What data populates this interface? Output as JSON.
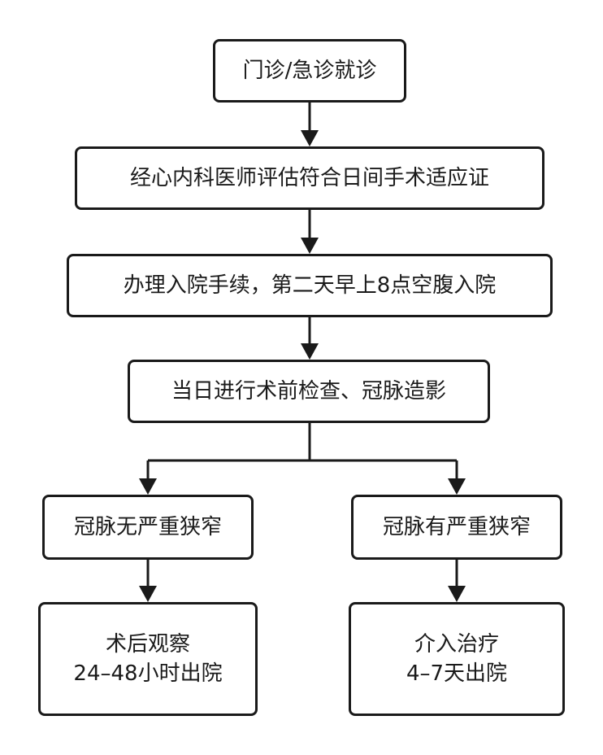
{
  "flowchart": {
    "nodes": {
      "visit": "门诊/急诊就诊",
      "assess": "经心内科医师评估符合日间手术适应证",
      "admit": "办理入院手续，第二天早上8点空腹入院",
      "exam": "当日进行术前检查、冠脉造影",
      "no_stenosis": "冠脉无严重狭窄",
      "stenosis": "冠脉有严重狭窄",
      "observe_line1": "术后观察",
      "observe_line2": "24–48小时出院",
      "intervene_line1": "介入治疗",
      "intervene_line2": "4–7天出院"
    },
    "edges": [
      {
        "from": "visit",
        "to": "assess"
      },
      {
        "from": "assess",
        "to": "admit"
      },
      {
        "from": "admit",
        "to": "exam"
      },
      {
        "from": "exam",
        "to": "no_stenosis"
      },
      {
        "from": "exam",
        "to": "stenosis"
      },
      {
        "from": "no_stenosis",
        "to": "observe"
      },
      {
        "from": "stenosis",
        "to": "intervene"
      }
    ],
    "colors": {
      "stroke": "#1a1a1a",
      "background": "#ffffff"
    }
  }
}
